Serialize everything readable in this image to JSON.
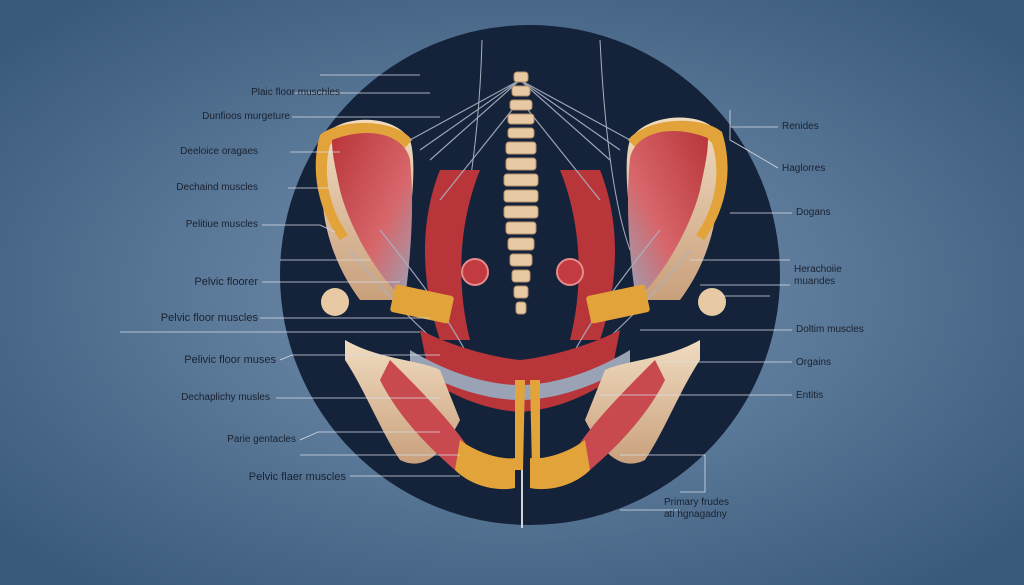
{
  "colors": {
    "background_outer": "#3a5a7c",
    "background_center": "#6d8cab",
    "disc": "#14223a",
    "muscle": "#b8353a",
    "muscle_light": "#d7666a",
    "bone": "#e7c9a3",
    "cartilage": "#e2a43a",
    "ligament": "#9aa3b6",
    "leader_line": "#d8dde6",
    "label_text": "#1a2230"
  },
  "labels_left": [
    {
      "text": "Plaic floor muschles"
    },
    {
      "text": "Dunfioos murgeture"
    },
    {
      "text": "Deeloice oragaes"
    },
    {
      "text": "Dechaind muscles"
    },
    {
      "text": "Pelitiue muscles"
    },
    {
      "text": "Pelvic floorer"
    },
    {
      "text": "Pelvic floor muscles"
    },
    {
      "text": "Pelivic floor muses"
    },
    {
      "text": "Dechaplichy musles"
    },
    {
      "text": "Parie gentacles"
    },
    {
      "text": "Pelvic flaer muscles"
    }
  ],
  "labels_right": [
    {
      "text": "Renides"
    },
    {
      "text": "Haglorres"
    },
    {
      "text": "Dogans"
    },
    {
      "text": "Herachoiie\nmuandes"
    },
    {
      "text": "Doltim muscles"
    },
    {
      "text": "Orgains"
    },
    {
      "text": "Entitis"
    },
    {
      "text": "Primary frudes\nati hgnagadny"
    }
  ]
}
